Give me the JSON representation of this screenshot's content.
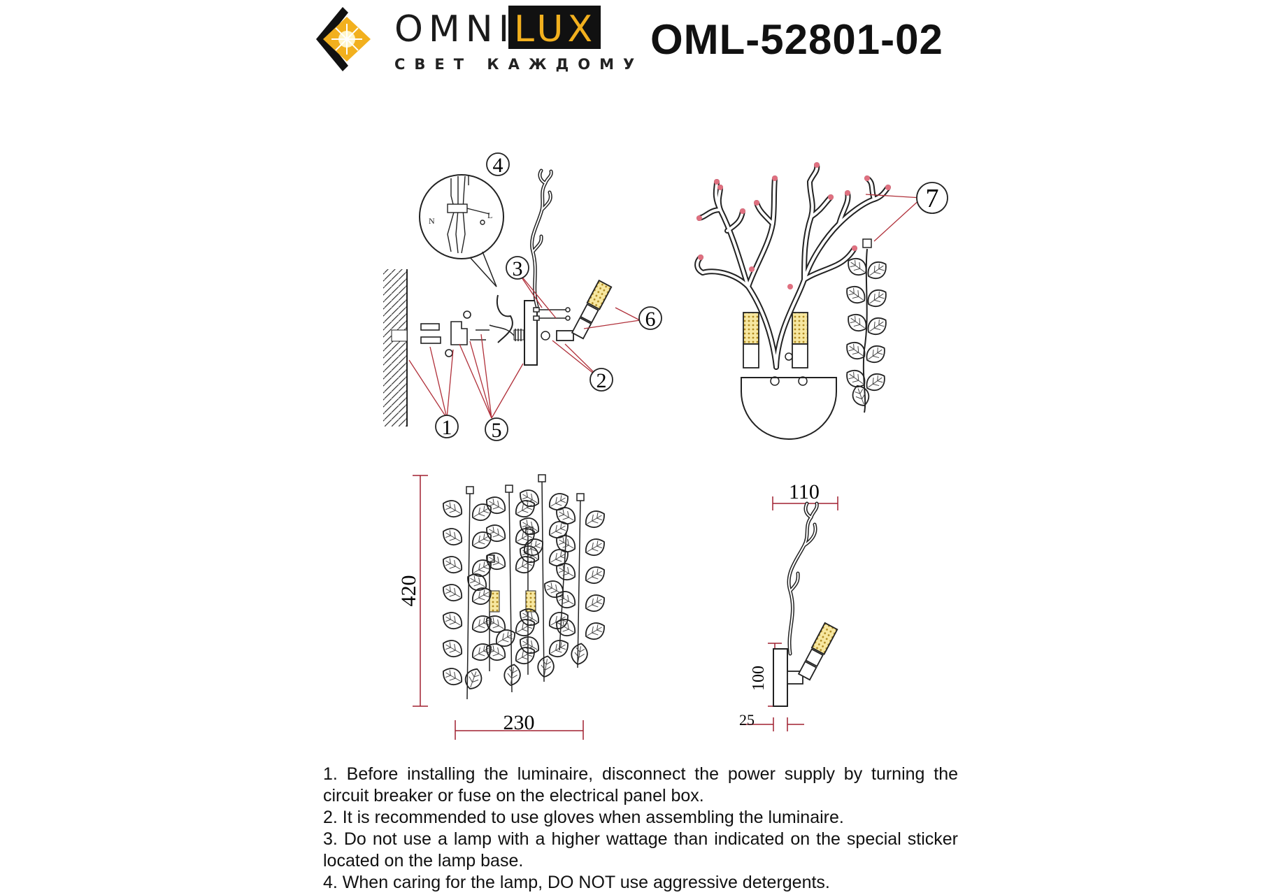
{
  "brand": {
    "name_part1": "OMNI",
    "name_part2": "LUX",
    "tagline": "СВЕТ КАЖДОМУ",
    "accent_color": "#f2b01e"
  },
  "model_number": "OML-52801-02",
  "callouts": [
    "1",
    "2",
    "3",
    "4",
    "5",
    "6",
    "7"
  ],
  "wiring_labels": {
    "neutral": "N",
    "live": "L"
  },
  "dimensions": {
    "height": "420",
    "width": "230",
    "depth": "110",
    "mount_height": "100",
    "plate_depth": "25"
  },
  "instructions": [
    "1. Before installing the luminaire, disconnect the power supply by turning the circuit breaker or fuse on the electrical panel box.",
    "2. It is recommended to use gloves when assembling the luminaire.",
    "3. Do not use a lamp with a higher wattage than indicated on the special sticker located on the lamp base.",
    "4. When caring for the lamp, DO NOT use aggressive detergents."
  ],
  "colors": {
    "leader_line": "#b0303a",
    "dimension_line": "#a02030",
    "drawing": "#222222"
  }
}
